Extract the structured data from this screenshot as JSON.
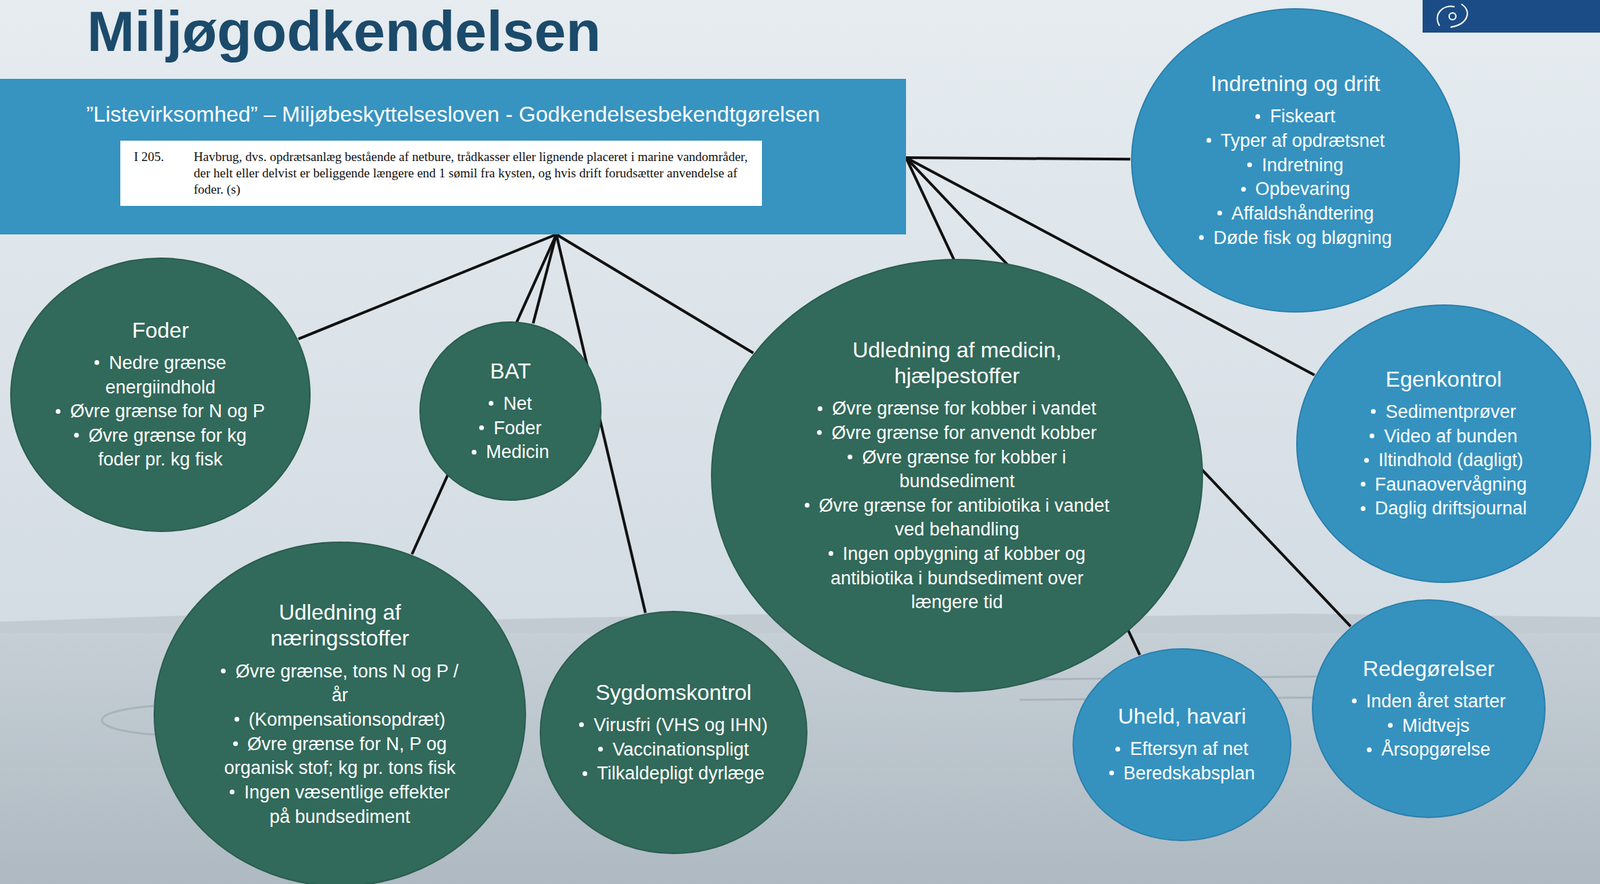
{
  "diagram": {
    "title": "Miljøgodkendelsen",
    "nodes": [
      {
        "text": [
          "”Listevirksomhed” – Miljøbeskyttelsesloven - Godkendelsesbekendtgørelsen"
        ]
      },
      {
        "text": [
          "I 205.",
          "Havbrug, dvs. opdrætsanlæg bestående af netbure, trådkasser eller lignende placeret i marine vandområder, der helt eller delvist er beliggende længere end 1 sømil fra kysten, og hvis drift forudsætter anvendelse af foder. (s)"
        ],
        "in": 0
      },
      {
        "text": [
          "Indretning og drift",
          "Fiskeart",
          "Typer af opdrætsnet",
          "Indretning",
          "Opbevaring",
          "Affaldshåndtering",
          "Døde fisk og bløgning"
        ]
      },
      {
        "text": [
          "Foder",
          "Nedre grænse energiindhold",
          "Øvre grænse for N og P",
          "Øvre grænse for kg foder pr. kg fisk"
        ]
      },
      {
        "text": [
          "BAT",
          "Net",
          "Foder",
          "Medicin"
        ]
      },
      {
        "text": [
          "Udledning af medicin, hjælpestoffer",
          "Øvre grænse for kobber i vandet",
          "Øvre grænse for anvendt kobber",
          "Øvre grænse for kobber i bundsediment",
          "Øvre grænse for antibiotika i vandet ved behandling",
          "Ingen opbygning af kobber og antibiotika i bundsediment over længere tid"
        ]
      },
      {
        "text": [
          "Egenkontrol",
          "Sedimentprøver",
          "Video af bunden",
          "Iltindhold (dagligt)",
          "Faunaovervågning",
          "Daglig driftsjournal"
        ]
      },
      {
        "text": [
          "Udledning af næringsstoffer",
          "Øvre grænse, tons N og P / år",
          "(Kompensationsopdræt)",
          "Øvre grænse for N, P og organisk stof; kg pr. tons fisk",
          "Ingen væsentlige effekter på bundsediment"
        ]
      },
      {
        "text": [
          "Sygdomskontrol",
          "Virusfri (VHS og IHN)",
          "Vaccinationspligt",
          "Tilkaldepligt dyrlæge"
        ]
      },
      {
        "text": [
          "Uheld, havari",
          "Eftersyn af net",
          "Beredskabsplan"
        ]
      },
      {
        "text": [
          "Redegørelser",
          "Inden året starter",
          "Midtvejs",
          "Årsopgørelse"
        ]
      }
    ],
    "edges": [
      {
        "from": 0,
        "to": 3,
        "arrow": "none"
      },
      {
        "from": 0,
        "to": 4,
        "arrow": "none"
      },
      {
        "from": 0,
        "to": 7,
        "arrow": "none"
      },
      {
        "from": 0,
        "to": 8,
        "arrow": "none"
      },
      {
        "from": 0,
        "to": 5,
        "arrow": "none"
      },
      {
        "from": 0,
        "to": 2,
        "arrow": "none"
      },
      {
        "from": 0,
        "to": 6,
        "arrow": "none"
      },
      {
        "from": 0,
        "to": 9,
        "arrow": "none"
      },
      {
        "from": 0,
        "to": 10,
        "arrow": "none"
      }
    ]
  }
}
